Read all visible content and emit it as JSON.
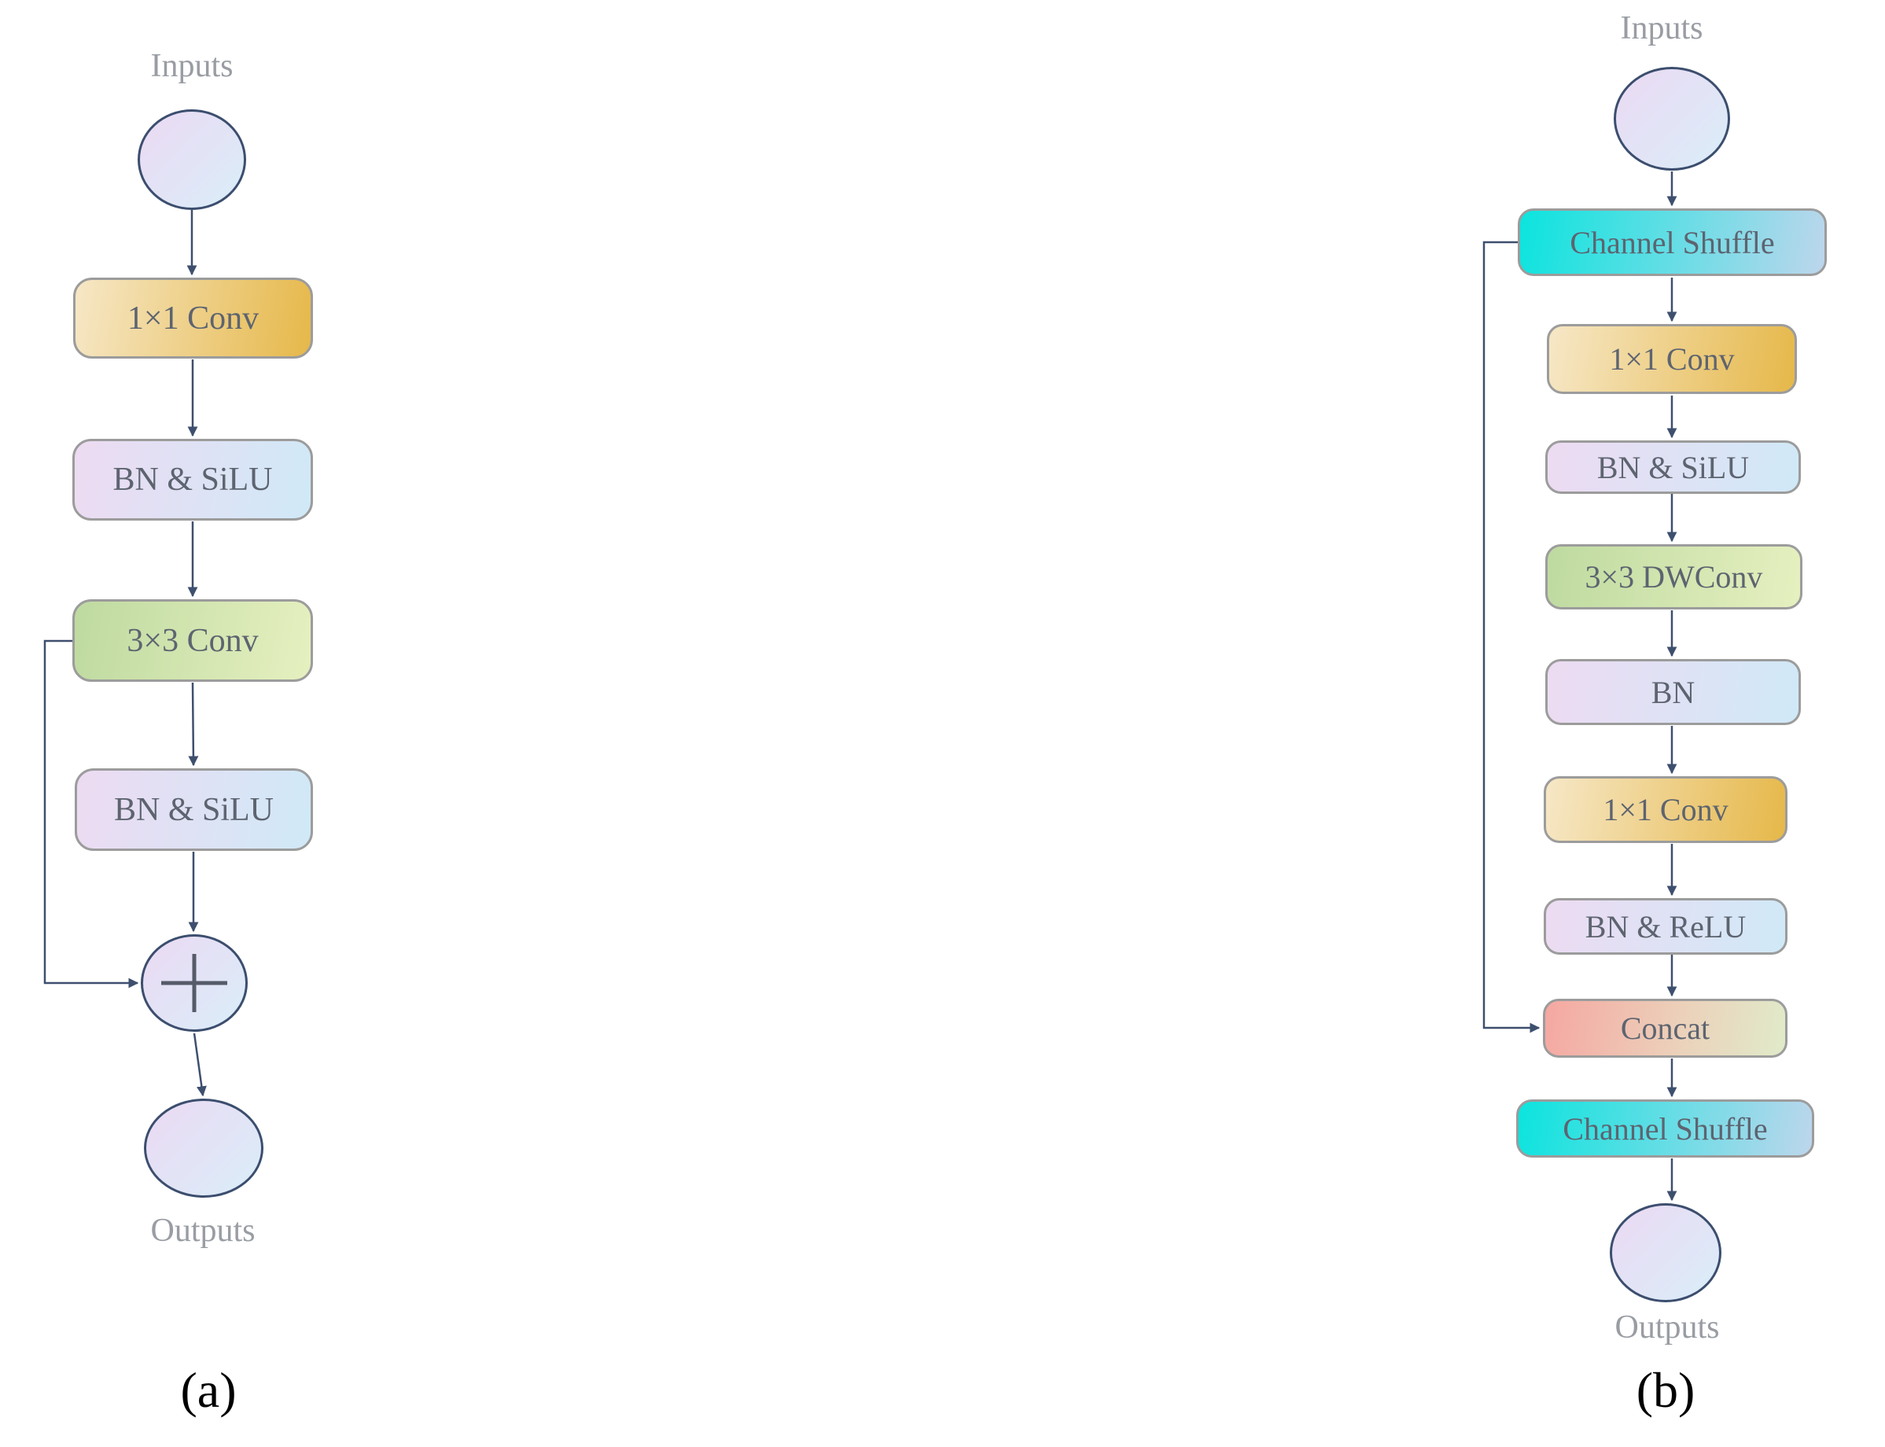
{
  "palette": {
    "background": "#ffffff",
    "box_border": "#9c9c9c",
    "circle_border": "#3c4e6e",
    "arrow": "#3e4f6e",
    "box_text": "#5d6470",
    "io_label_text": "#999da3",
    "caption_text": "#000000",
    "plus_icon": "#565b69",
    "gold_start": "#f6e7c6",
    "gold_end": "#e6b84a",
    "bn_start": "#eddbf2",
    "bn_end": "#d0e9f7",
    "green_start": "#bedaa0",
    "green_end": "#e6f0c0",
    "cyan_start": "#0be4de",
    "cyan_end": "#bdd6ec",
    "concat_start": "#f5a7a1",
    "concat_mid": "#ecd0ba",
    "concat_end": "#e0ebc9",
    "circle_start": "#e9dcf4",
    "circle_end": "#dcebf8"
  },
  "diagram_a": {
    "caption": "(a)",
    "input_label": "Inputs",
    "output_label": "Outputs",
    "nodes": [
      {
        "label": "1×1 Conv"
      },
      {
        "label": "BN & SiLU"
      },
      {
        "label": "3×3 Conv"
      },
      {
        "label": "BN & SiLU"
      },
      {
        "label": "+",
        "icon": "plus-icon"
      }
    ]
  },
  "diagram_b": {
    "caption": "(b)",
    "input_label": "Inputs",
    "output_label": "Outputs",
    "nodes": [
      {
        "label": "Channel Shuffle"
      },
      {
        "label": "1×1 Conv"
      },
      {
        "label": "BN & SiLU"
      },
      {
        "label": "3×3 DWConv"
      },
      {
        "label": "BN"
      },
      {
        "label": "1×1 Conv"
      },
      {
        "label": "BN & ReLU"
      },
      {
        "label": "Concat"
      },
      {
        "label": "Channel Shuffle"
      }
    ]
  }
}
